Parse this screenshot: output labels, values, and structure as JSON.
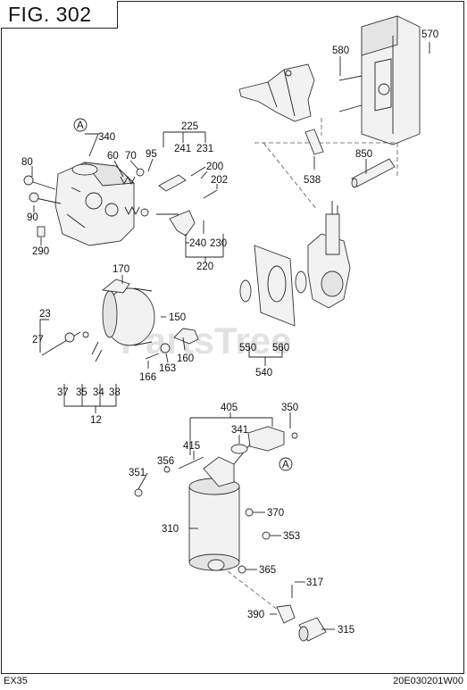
{
  "figure": {
    "title": "FIG. 302"
  },
  "footer": {
    "model": "EX35",
    "code": "20E030201W00"
  },
  "watermark": "PartsTree",
  "callouts": {
    "c570": "570",
    "c580": "580",
    "c850": "850",
    "c538": "538",
    "c340": "340",
    "cA1": "A",
    "c225": "225",
    "c241": "241",
    "c231": "231",
    "c80": "80",
    "c60": "60",
    "c70": "70",
    "c95": "95",
    "c200": "200",
    "c202": "202",
    "c90": "90",
    "c290": "290",
    "c240": "240",
    "c230": "230",
    "c220": "220",
    "c170": "170",
    "c23": "23",
    "c150": "150",
    "c27": "27",
    "c550": "550",
    "c560": "560",
    "c540": "540",
    "c160": "160",
    "c163": "163",
    "c166": "166",
    "c37": "37",
    "c35": "35",
    "c34": "34",
    "c38": "38",
    "c12": "12",
    "c405": "405",
    "c350": "350",
    "c341": "341",
    "c415": "415",
    "cA2": "A",
    "c356": "356",
    "c351": "351",
    "c370": "370",
    "c310": "310",
    "c353": "353",
    "c365": "365",
    "c317": "317",
    "c390": "390",
    "c315": "315"
  }
}
